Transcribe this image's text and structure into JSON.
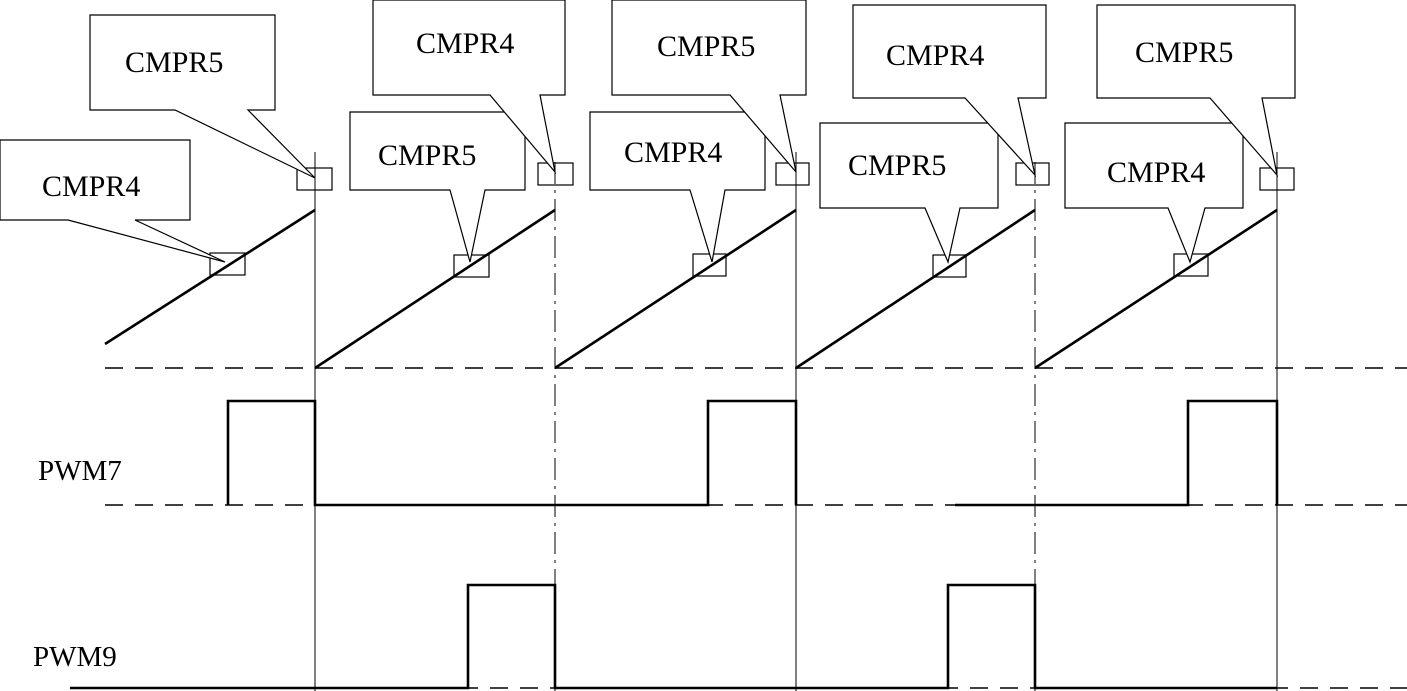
{
  "diagram": {
    "signals": [
      {
        "id": "pwm7",
        "label": "PWM7"
      },
      {
        "id": "pwm9",
        "label": "PWM9"
      }
    ],
    "callouts": [
      {
        "id": "c1",
        "text": "CMPR4"
      },
      {
        "id": "c2",
        "text": "CMPR5"
      },
      {
        "id": "c3",
        "text": "CMPR5"
      },
      {
        "id": "c4",
        "text": "CMPR4"
      },
      {
        "id": "c5",
        "text": "CMPR4"
      },
      {
        "id": "c6",
        "text": "CMPR5"
      },
      {
        "id": "c7",
        "text": "CMPR5"
      },
      {
        "id": "c8",
        "text": "CMPR4"
      },
      {
        "id": "c9",
        "text": "CMPR4"
      },
      {
        "id": "c10",
        "text": "CMPR5"
      }
    ]
  }
}
